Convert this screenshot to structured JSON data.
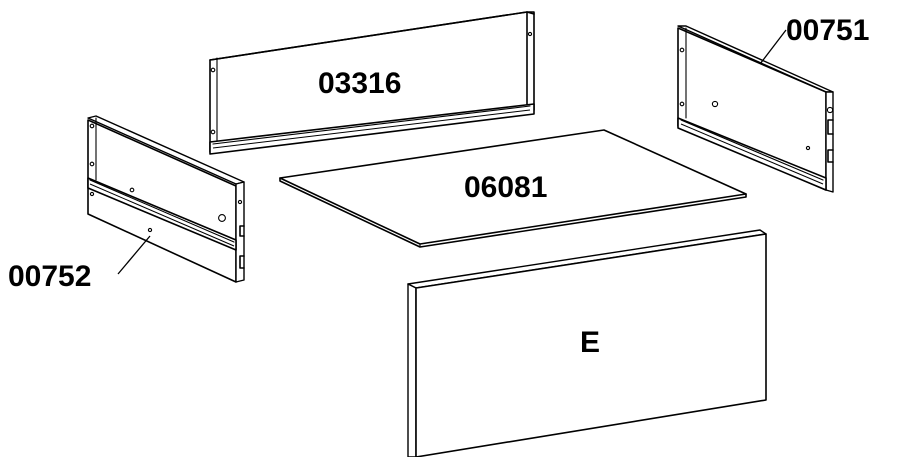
{
  "labels": {
    "back_panel": "03316",
    "right_side": "00751",
    "left_side": "00752",
    "bottom_panel": "06081",
    "front_panel": "E"
  }
}
